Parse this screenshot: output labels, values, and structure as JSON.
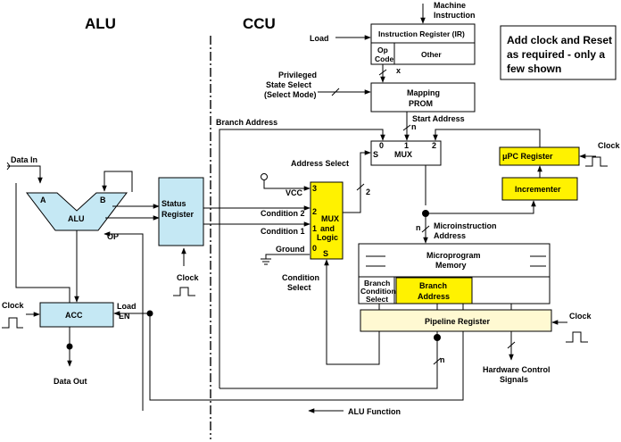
{
  "headings": {
    "alu": "ALU",
    "ccu": "CCU"
  },
  "note": {
    "lines": [
      "Add clock and Reset",
      "as required - only a",
      "few shown"
    ]
  },
  "alu": {
    "data_in": "Data In",
    "in_a": "A",
    "in_b": "B",
    "name": "ALU",
    "op": "OP",
    "data_out": "Data Out"
  },
  "acc": {
    "name": "ACC",
    "clock": "Clock",
    "load": "Load",
    "en": "EN"
  },
  "status": {
    "line1": "Status",
    "line2": "Register",
    "clock": "Clock"
  },
  "machine_instruction": {
    "line1": "Machine",
    "line2": "Instruction"
  },
  "instruction_register": {
    "title": "Instruction Register  (IR)",
    "op_line1": "Op",
    "op_line2": "Code",
    "other": "Other",
    "load": "Load",
    "x": "x"
  },
  "privileged": {
    "line1": "Privileged",
    "line2": "State Select",
    "line3": "(Select Mode)"
  },
  "mapping_prom": {
    "line1": "Mapping",
    "line2": "PROM",
    "start_address": "Start Address",
    "n": "n"
  },
  "branch_address_label": "Branch Address",
  "mux_top": {
    "name": "MUX",
    "s": "S",
    "in0": "0",
    "in1": "1",
    "in2": "2"
  },
  "address_select": "Address Select",
  "upc_register": {
    "name": "μPC Register",
    "clock": "Clock"
  },
  "incrementer": "Incrementer",
  "mux_logic": {
    "in3": "3",
    "in2": "2",
    "in1": "1",
    "in0": "0",
    "line1": "MUX",
    "line2": "and",
    "line3": "Logic",
    "s": "S",
    "out_width": "2"
  },
  "condition_inputs": {
    "vcc": "VCC",
    "cond2": "Condition 2",
    "cond1": "Condition 1",
    "ground": "Ground"
  },
  "condition_select": {
    "line1": "Condition",
    "line2": "Select"
  },
  "microinstruction_address": {
    "n": "n",
    "line1": "Microinstruction",
    "line2": "Address"
  },
  "microprogram_memory": {
    "line1": "Microprogram",
    "line2": "Memory",
    "branch_cond_line1": "Branch",
    "branch_cond_line2": "Condition",
    "branch_cond_line3": "Select",
    "branch_addr_line1": "Branch",
    "branch_addr_line2": "Address"
  },
  "pipeline": {
    "name": "Pipeline Register",
    "clock": "Clock"
  },
  "hardware_control": {
    "line1": "Hardware Control",
    "line2": "Signals"
  },
  "feedback_n": "n",
  "alu_function": "ALU Function",
  "colors": {
    "yellow": "#fff200",
    "light_blue": "#c5e8f4",
    "cream": "#fff9d2",
    "line": "#000000"
  }
}
